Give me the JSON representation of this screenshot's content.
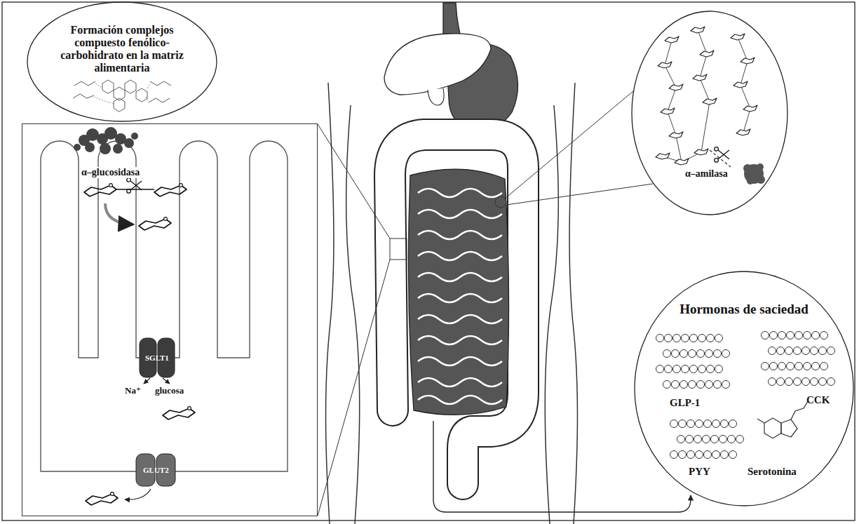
{
  "diagram": {
    "nodes": [
      {
        "text": [
          "Formación complejos compuesto fenólico-carbohidrato en la matriz alimentaria"
        ]
      },
      {
        "text": [
          "α–glucosidasa",
          "Na⁺",
          "glucosa"
        ]
      },
      {
        "text": [
          "SGLT1"
        ],
        "in": 1
      },
      {
        "text": [
          "GLUT2"
        ],
        "in": 1
      },
      {
        "text": [
          "α–amilasa"
        ]
      },
      {
        "text": [
          "Hormonas de saciedad",
          "GLP-1",
          "CCK",
          "PYY",
          "Serotonina"
        ]
      }
    ]
  }
}
